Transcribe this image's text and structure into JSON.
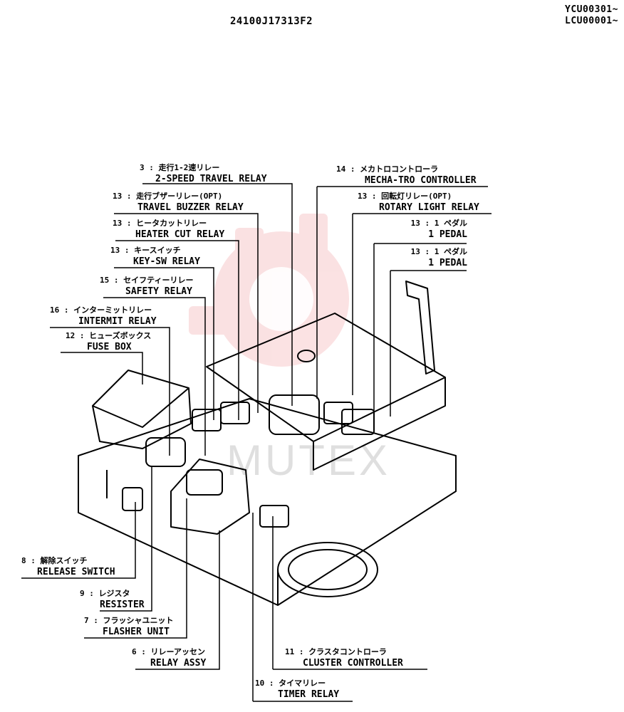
{
  "header": {
    "part_number": "24100J17313F2",
    "serial_1": "YCU00301~",
    "serial_2": "LCU00001~"
  },
  "watermark": "MUTEX",
  "labels": [
    {
      "id": "l3",
      "num": "3 :",
      "jp": "走行1-2速リレー",
      "en": "2-SPEED TRAVEL RELAY"
    },
    {
      "id": "l14",
      "num": "14 :",
      "jp": "メカトロコントローラ",
      "en": "MECHA-TRO CONTROLLER"
    },
    {
      "id": "l13a",
      "num": "13 :",
      "jp": "走行ブザーリレー(OPT)",
      "en": "TRAVEL BUZZER RELAY"
    },
    {
      "id": "l13b",
      "num": "13 :",
      "jp": "回転灯リレー(OPT)",
      "en": "ROTARY LIGHT RELAY"
    },
    {
      "id": "l13c",
      "num": "13 :",
      "jp": "ヒータカットリレー",
      "en": "HEATER CUT RELAY"
    },
    {
      "id": "l13d",
      "num": "13 :",
      "jp": "1 ペダル",
      "en": "1 PEDAL"
    },
    {
      "id": "l13e",
      "num": "13 :",
      "jp": "キースイッチ",
      "en": "KEY-SW RELAY"
    },
    {
      "id": "l13f",
      "num": "13 :",
      "jp": "1 ペダル",
      "en": "1 PEDAL"
    },
    {
      "id": "l15",
      "num": "15 :",
      "jp": "セイフティーリレー",
      "en": "SAFETY RELAY"
    },
    {
      "id": "l16",
      "num": "16 :",
      "jp": "インターミットリレー",
      "en": "INTERMIT RELAY"
    },
    {
      "id": "l12",
      "num": "12 :",
      "jp": "ヒューズボックス",
      "en": "FUSE BOX"
    },
    {
      "id": "l8",
      "num": "8 :",
      "jp": "解除スイッチ",
      "en": "RELEASE SWITCH"
    },
    {
      "id": "l9",
      "num": "9 :",
      "jp": "レジスタ",
      "en": "RESISTER"
    },
    {
      "id": "l7",
      "num": "7 :",
      "jp": "フラッシャユニット",
      "en": "FLASHER UNIT"
    },
    {
      "id": "l6",
      "num": "6 :",
      "jp": "リレーアッセン",
      "en": "RELAY ASSY"
    },
    {
      "id": "l11",
      "num": "11 :",
      "jp": "クラスタコントローラ",
      "en": "CLUSTER CONTROLLER"
    },
    {
      "id": "l10",
      "num": "10 :",
      "jp": "タイマリレー",
      "en": "TIMER RELAY"
    }
  ]
}
